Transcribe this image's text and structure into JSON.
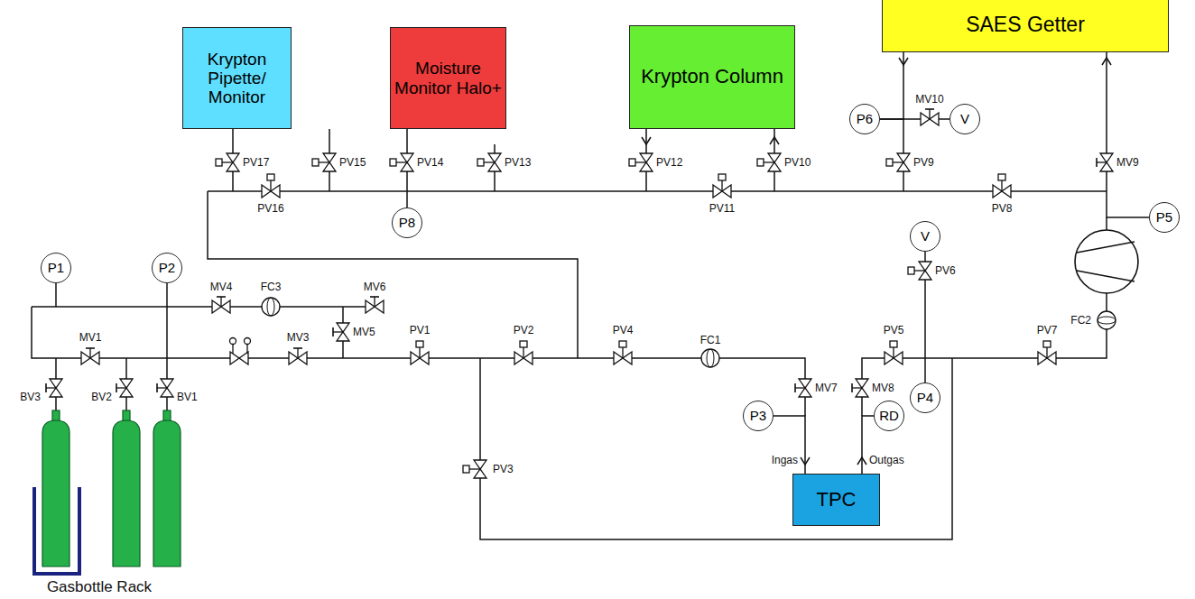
{
  "diagram": {
    "nodes": [
      {
        "text": [
          "Krypton Pipette/ Monitor"
        ]
      },
      {
        "text": [
          "Moisture Monitor Halo+"
        ]
      },
      {
        "text": [
          "Krypton Column"
        ]
      },
      {
        "text": [
          "SAES Getter"
        ]
      },
      {
        "text": [
          "P6"
        ]
      },
      {
        "text": [
          "V"
        ]
      },
      {
        "text": [
          "P8"
        ]
      },
      {
        "text": [
          "P5"
        ]
      },
      {
        "text": [
          "P1"
        ]
      },
      {
        "text": [
          "P2"
        ]
      },
      {
        "text": [
          "V"
        ]
      },
      {
        "text": [
          "P4"
        ]
      },
      {
        "text": [
          "P3"
        ]
      },
      {
        "text": [
          "RD"
        ]
      },
      {
        "text": [
          "TPC"
        ]
      }
    ],
    "edges": [
      {
        "from": 6,
        "to": 1,
        "arrow": "none"
      },
      {
        "from": 4,
        "to": 3,
        "arrow": "none"
      },
      {
        "from": 5,
        "to": 4,
        "arrow": "none"
      },
      {
        "from": 7,
        "to": 3,
        "arrow": "none"
      },
      {
        "from": 10,
        "to": 11,
        "arrow": "none"
      },
      {
        "from": 12,
        "to": 14,
        "arrow": "none"
      },
      {
        "from": 13,
        "to": 14,
        "arrow": "none"
      }
    ],
    "labels": [
      "PV17",
      "PV16",
      "PV15",
      "PV14",
      "PV13",
      "PV12",
      "PV11",
      "PV10",
      "PV9",
      "MV10",
      "PV8",
      "MV9",
      "MV4",
      "FC3",
      "MV6",
      "MV5",
      "MV1",
      "MV3",
      "PV1",
      "PV2",
      "PV4",
      "FC1",
      "MV7",
      "MV8",
      "PV5",
      "PV6",
      "PV7",
      "FC2",
      "PV3",
      "BV3",
      "BV2",
      "BV1",
      "Ingas",
      "Outgas",
      "Gasbottle Rack"
    ]
  }
}
